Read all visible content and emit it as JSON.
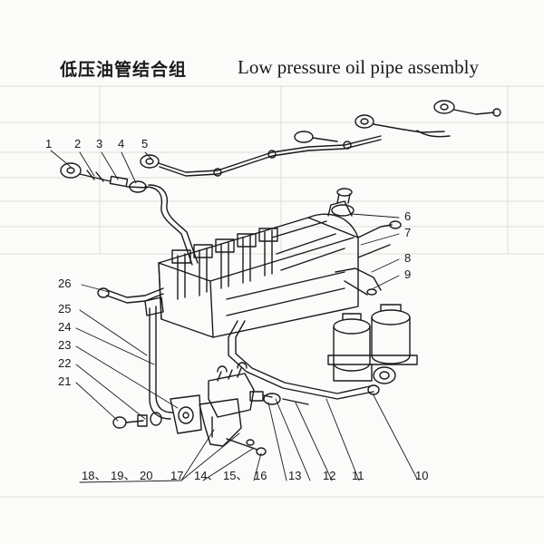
{
  "header": {
    "title_cn": "低压油管结合组",
    "title_en": "Low pressure oil pipe assembly"
  },
  "callouts": {
    "n1": "1",
    "n2": "2",
    "n3": "3",
    "n4": "4",
    "n5": "5",
    "n6": "6",
    "n7": "7",
    "n8": "8",
    "n9": "9",
    "n10": "10",
    "n11": "11",
    "n12": "12",
    "n13": "13",
    "n14": "14、",
    "n15": "15、",
    "n16": "16",
    "n17": "17",
    "n18": "18、",
    "n19": "19、",
    "n20": "20",
    "n21": "21",
    "n22": "22",
    "n23": "23",
    "n24": "24",
    "n25": "25",
    "n26": "26"
  },
  "colors": {
    "ink": "#1a1a1a",
    "paper": "#fbfbfa",
    "grid": "#d9d9d6"
  }
}
